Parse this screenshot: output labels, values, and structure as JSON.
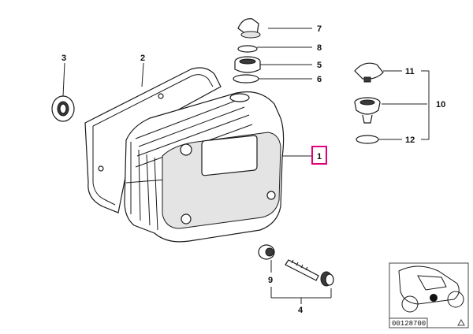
{
  "callouts": {
    "c1": "1",
    "c2": "2",
    "c3": "3",
    "c4": "4",
    "c5": "5",
    "c6": "6",
    "c7": "7",
    "c8": "8",
    "c9": "9",
    "c10": "10",
    "c11": "11",
    "c12": "12"
  },
  "reference_code": "00128700",
  "colors": {
    "highlight_box": "#e0007a",
    "line": "#1a1a1a"
  }
}
